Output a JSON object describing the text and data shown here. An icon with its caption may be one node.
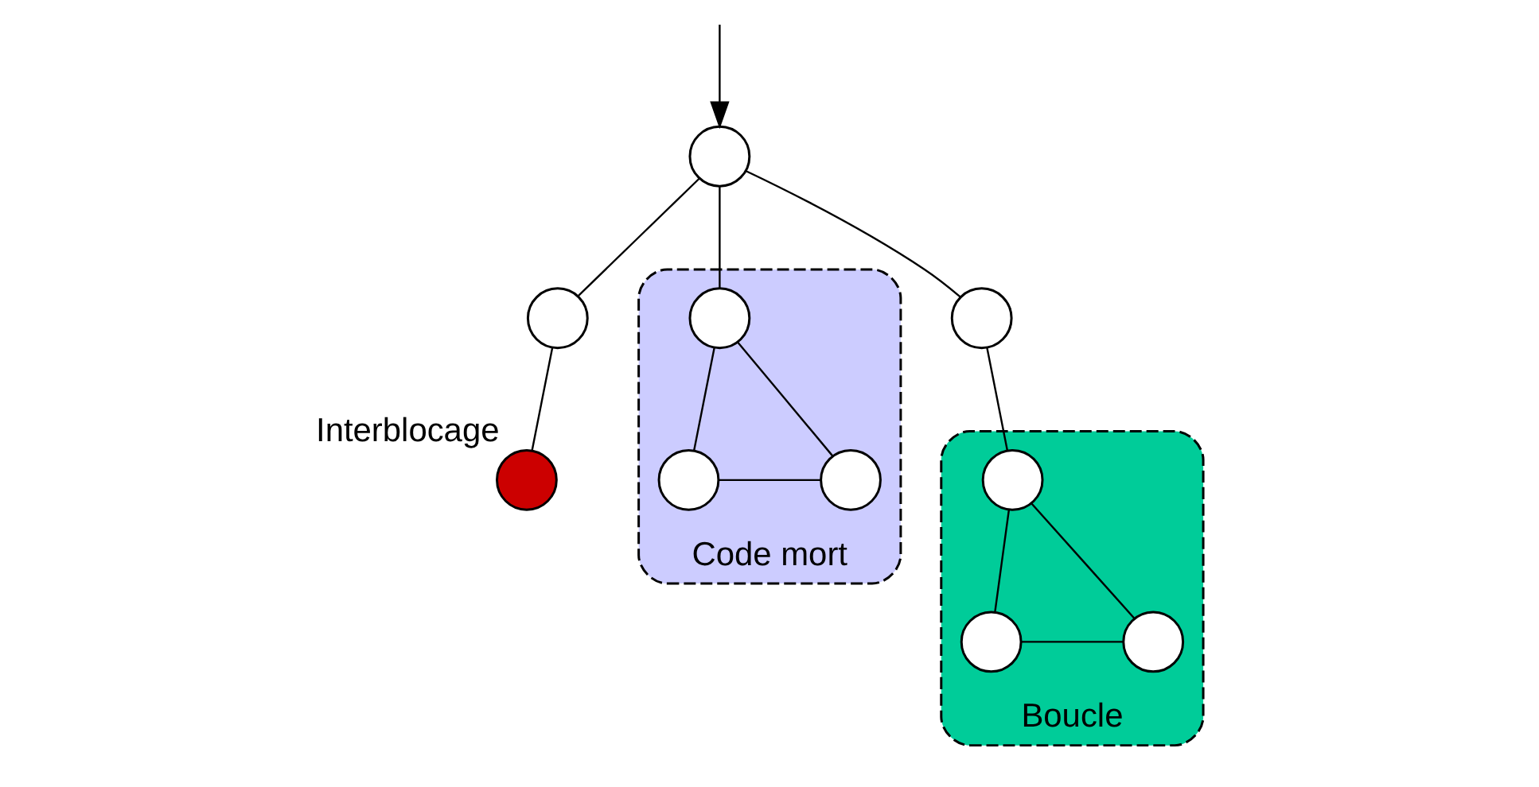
{
  "diagram": {
    "nodes": [
      {
        "text": [],
        "shape": "circle"
      },
      {
        "text": [],
        "shape": "circle"
      },
      {
        "text": [],
        "shape": "circle"
      },
      {
        "text": [],
        "shape": "circle",
        "beside": [
          "Interblocage"
        ]
      },
      {
        "text": [],
        "shape": "ellipse",
        "beside": [
          "Boucle"
        ]
      },
      {
        "text": [],
        "shape": "circle",
        "in": 4
      },
      {
        "text": [],
        "shape": "circle",
        "in": 4
      },
      {
        "text": [],
        "shape": "circle",
        "in": 4
      },
      {
        "text": [],
        "shape": "ellipse",
        "beside": [
          "Code mort"
        ]
      },
      {
        "text": [],
        "shape": "circle",
        "in": 8
      },
      {
        "text": [],
        "shape": "circle",
        "in": 8
      },
      {
        "text": [],
        "shape": "circle",
        "in": 8
      }
    ],
    "edges": [
      {
        "from": null,
        "to": 0,
        "arrow": "to"
      },
      {
        "from": 0,
        "to": 1,
        "arrow": "none"
      },
      {
        "from": 0,
        "to": 2,
        "arrow": "none"
      },
      {
        "from": 0,
        "to": 9,
        "arrow": "none"
      },
      {
        "from": 1,
        "to": 3,
        "arrow": "none"
      },
      {
        "from": 2,
        "to": 5,
        "arrow": "none"
      },
      {
        "from": 5,
        "to": 6,
        "arrow": "none"
      },
      {
        "from": 5,
        "to": 7,
        "arrow": "none"
      },
      {
        "from": 6,
        "to": 7,
        "arrow": "none"
      },
      {
        "from": 9,
        "to": 10,
        "arrow": "none"
      },
      {
        "from": 9,
        "to": 11,
        "arrow": "none"
      },
      {
        "from": 10,
        "to": 11,
        "arrow": "none"
      }
    ]
  }
}
